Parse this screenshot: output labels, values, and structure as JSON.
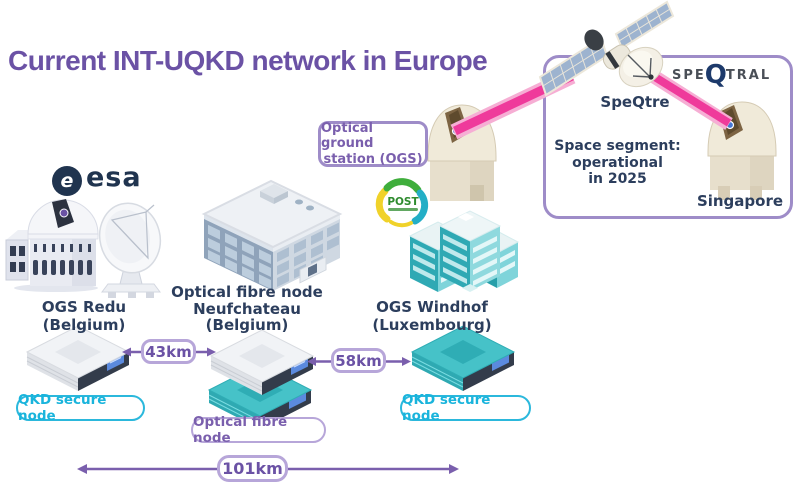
{
  "title": "Current INT-UQKD network in Europe",
  "space_segment": {
    "satellite_name": "SpeQtre",
    "speqtral_left": "SPE",
    "speqtral_q": "Q",
    "speqtral_right": "TRAL",
    "note_line1": "Space segment:",
    "note_line2": "operational",
    "note_line3": "in 2025",
    "singapore": "Singapore"
  },
  "ogs_callout": {
    "line1": "Optical ground",
    "line2": "station (OGS)"
  },
  "logos": {
    "esa": "esa",
    "esa_e": "e",
    "post": "POST"
  },
  "sites": {
    "redu": "OGS Redu (Belgium)",
    "neufchateau_line1": "Optical fibre node",
    "neufchateau_line2": "Neufchateau (Belgium)",
    "windhof": "OGS Windhof (Luxembourg)"
  },
  "distances": {
    "redu_neufchateau": "43km",
    "neufchateau_windhof": "58km",
    "total": "101km"
  },
  "node_labels": {
    "qkd_left": "QKD secure node",
    "optical_fibre": "Optical fibre node",
    "qkd_right": "QKD secure node"
  },
  "colors": {
    "title_purple": "#6b52a5",
    "navy": "#2c3e5d",
    "purple_text": "#7a5fad",
    "purple_border": "#9e8cc8",
    "cyan": "#21b7dc",
    "laser_pink": "#f03d9d",
    "teal": "#3bbec6"
  }
}
